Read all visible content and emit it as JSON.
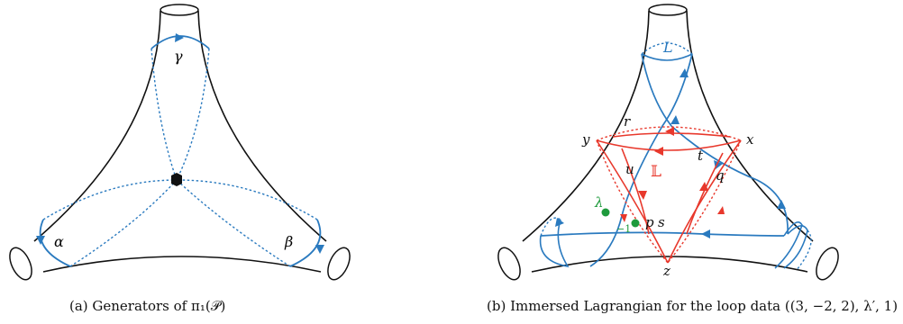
{
  "panel_a": {
    "caption": "(a) Generators of π₁(𝒫)",
    "labels": {
      "gamma": "γ",
      "alpha": "α",
      "beta": "β"
    },
    "colors": {
      "outline": "#111111",
      "loop": "#2a7abf",
      "basepoint": "#111111"
    }
  },
  "panel_b": {
    "caption": "(b) Immersed Lagrangian for the loop data ((3, −2, 2), λ′, 1)",
    "labels": {
      "L": "L",
      "x": "x",
      "y": "y",
      "z": "z",
      "r": "r",
      "t": "t",
      "u": "u",
      "q": "q",
      "p": "p",
      "s": "s",
      "lambda": "λ",
      "minus_one": "−1",
      "Lbb": "𝕃"
    },
    "colors": {
      "outline": "#111111",
      "blue": "#2a7abf",
      "red": "#e8382c",
      "green": "#1e9a3c"
    }
  }
}
